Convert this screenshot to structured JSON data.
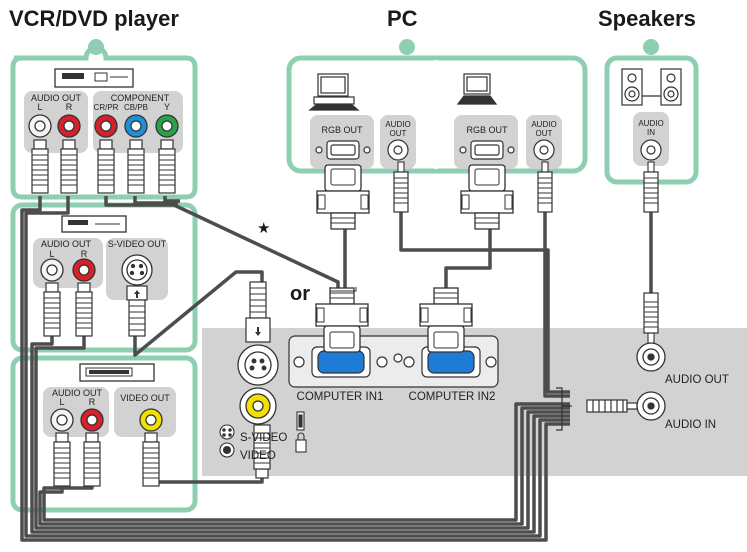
{
  "titles": {
    "vcr_dvd": "VCR/DVD player",
    "pc": "PC",
    "speakers": "Speakers"
  },
  "or_label": "or",
  "star_symbol": "★",
  "device_labels": {
    "audio_out": "AUDIO OUT",
    "audio_out_l": "L",
    "audio_out_r": "R",
    "component": "COMPONENT",
    "component_cr": "CR/PR",
    "component_cb": "CB/PB",
    "component_y": "Y",
    "s_video_out": "S-VIDEO OUT",
    "video_out": "VIDEO OUT",
    "rgb_out": "RGB OUT",
    "audio_out_short_1": "AUDIO",
    "audio_out_short_2": "OUT",
    "audio_in_short_1": "AUDIO",
    "audio_in_short_2": "IN"
  },
  "projector_labels": {
    "computer_in1": "COMPUTER IN1",
    "computer_in2": "COMPUTER IN2",
    "s_video": "S-VIDEO",
    "video": "VIDEO",
    "audio_out": "AUDIO OUT",
    "audio_in": "AUDIO IN"
  },
  "colors": {
    "group_frame": "#8dcfb0",
    "group_fill": "#ffffff",
    "projector_panel": "#d2d2d2",
    "cable": "#4d4d4d",
    "jack_red": "#d8202a",
    "jack_white": "#f4f4f4",
    "jack_blue": "#1f8fd8",
    "jack_green": "#2aa24a",
    "jack_yellow": "#f2e000",
    "port_blue": "#1e7bd6"
  }
}
